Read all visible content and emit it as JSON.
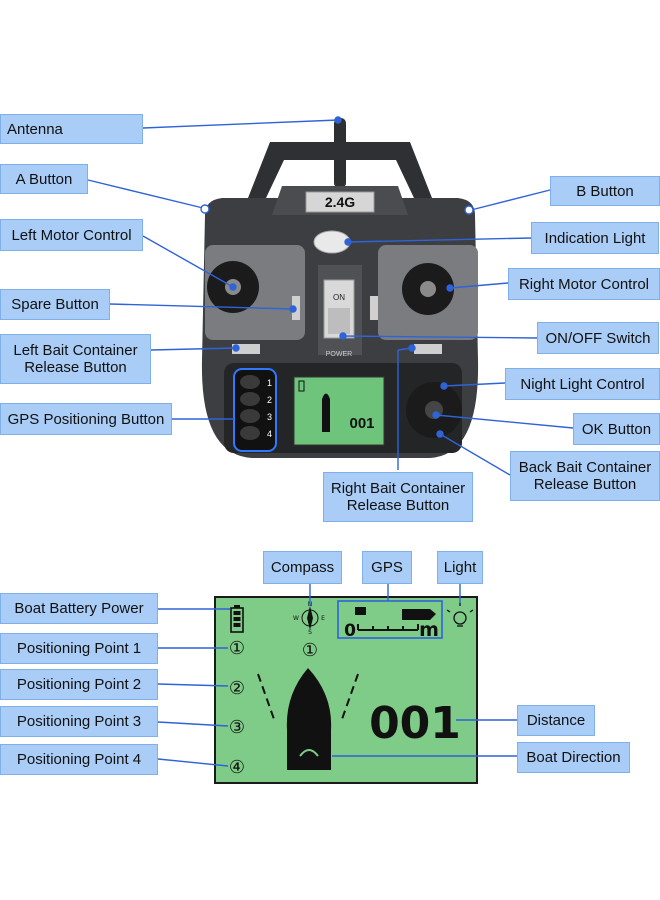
{
  "callouts": {
    "antenna": "Antenna",
    "a_button": "A Button",
    "b_button": "B Button",
    "left_motor": "Left Motor Control",
    "indication_light": "Indication Light",
    "right_motor": "Right Motor Control",
    "spare_button": "Spare Button",
    "onoff_switch": "ON/OFF Switch",
    "left_bait_1": "Left Bait Container",
    "left_bait_2": "Release Button",
    "night_light": "Night Light Control",
    "gps_button": "GPS Positioning Button",
    "ok_button": "OK Button",
    "back_bait_1": "Back Bait Container",
    "back_bait_2": "Release Button",
    "right_bait_1": "Right Bait Container",
    "right_bait_2": "Release Button"
  },
  "remote": {
    "frequency": "2.4G",
    "switch_on": "ON",
    "switch_power": "POWER",
    "gps_keys": [
      "1",
      "2",
      "3",
      "4"
    ],
    "mini_distance": "001"
  },
  "screen_callouts": {
    "compass": "Compass",
    "gps": "GPS",
    "light": "Light",
    "boat_battery": "Boat Battery Power",
    "point1": "Positioning Point 1",
    "point2": "Positioning Point 2",
    "point3": "Positioning Point 3",
    "point4": "Positioning Point 4",
    "distance": "Distance",
    "boat_direction": "Boat Direction"
  },
  "screen": {
    "distance_value": "001",
    "gps_scale_start": "0",
    "gps_scale_unit": "m",
    "points": [
      "①",
      "②",
      "③",
      "④"
    ],
    "compass_point": "①",
    "compass_n": "N",
    "compass_w": "W",
    "compass_e": "E",
    "compass_s": "S"
  },
  "colors": {
    "callout_fill": "#a9cdf7",
    "leader_line": "#2f63d8",
    "screen_green": "#7fcb88",
    "remote_body": "#3a3c3f"
  }
}
